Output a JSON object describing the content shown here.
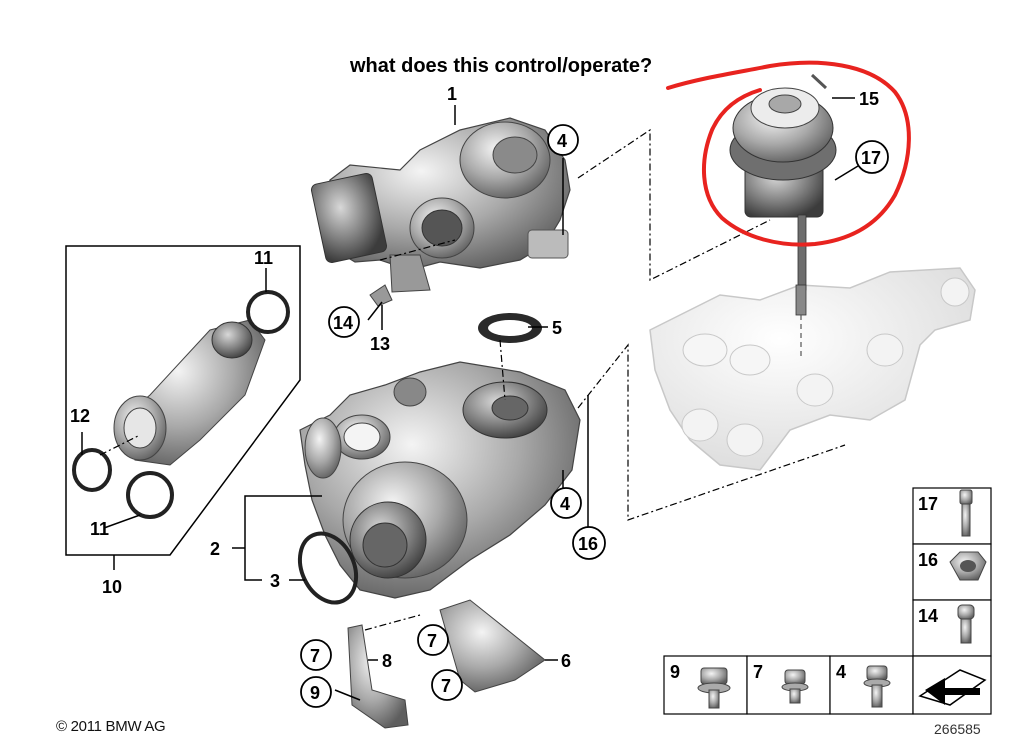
{
  "annotation": {
    "question": "what does this control/operate?",
    "circle_color": "#e8231f"
  },
  "footer": {
    "copyright": "© 2011 BMW AG",
    "diagram_number": "266585"
  },
  "callouts": {
    "c1": "1",
    "c2": "2",
    "c3": "3",
    "c4a": "4",
    "c4b": "4",
    "c5": "5",
    "c6": "6",
    "c7a": "7",
    "c7b": "7",
    "c7c": "7",
    "c8": "8",
    "c9": "9",
    "c10": "10",
    "c11a": "11",
    "c11b": "11",
    "c12": "12",
    "c13": "13",
    "c14": "14",
    "c15": "15",
    "c16": "16",
    "c17": "17"
  },
  "hardware_legend": {
    "items": [
      {
        "number": "17",
        "part": "bolt"
      },
      {
        "number": "16",
        "part": "hex-nut"
      },
      {
        "number": "14",
        "part": "socket-screw"
      },
      {
        "number": "9",
        "part": "flange-bolt"
      },
      {
        "number": "7",
        "part": "flange-bolt"
      },
      {
        "number": "4",
        "part": "flange-bolt"
      }
    ]
  }
}
